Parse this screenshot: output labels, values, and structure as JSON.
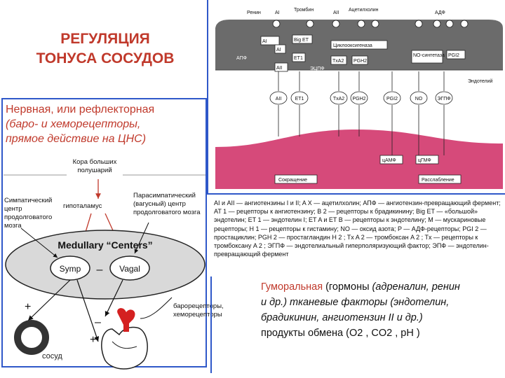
{
  "title": {
    "line1": "РЕГУЛЯЦИЯ",
    "line2": "ТОНУСА СОСУДОВ"
  },
  "neural": {
    "line1": "Нервная, или рефлекторная",
    "line2": "(баро- и хеморецепторы,",
    "line3": "прямое действие на ЦНС)"
  },
  "diagram": {
    "cortex": "Кора больших полушарий",
    "sympathetic": "Симпатический центр продолговатого мозга",
    "hypothalamus": "гипоталамус",
    "parasympathetic": "Парасимпатический (вагусный) центр продолговатого мозга",
    "medullary": "Medullary “Centers”",
    "symp": "Symp",
    "vagal": "Vagal",
    "minus_sign": "–",
    "plus_sign": "+",
    "baroreceptors": "барорецепторы, хеморецепторы",
    "vessel": "сосуд"
  },
  "cell": {
    "renin": "Ренин",
    "ai": "AI",
    "thrombin": "Тромбин",
    "aii": "AII",
    "ach": "Ацетилхолин",
    "adp": "АДФ",
    "big_et": "Big ET",
    "et1": "ET1",
    "ai_box": "AI",
    "aii_box": "AII",
    "apf": "АПФ",
    "ecpf": "ЭЦПФ",
    "cyclo": "Циклооксигеназа",
    "txa2": "TxA2",
    "pgh2": "PGH2",
    "no_syn": "NO-синтетаза",
    "pgi2": "PGI2",
    "endothelium": "Эндотелий",
    "receptors": [
      "AII",
      "ET1",
      "TxA2",
      "PGH2",
      "PGI2",
      "NO",
      "ЭГПФ"
    ],
    "camp": "цАМФ",
    "cgmp": "цГМФ",
    "contraction": "Сокращение",
    "relaxation": "Расслабление"
  },
  "legend": "AI и AII — ангиотензины I и II; A X — ацетилхолин; АПФ — ангиотензин-превращающий фермент; AT 1 — рецепторы к ангиотензину; B 2 — рецепторы к брадикинину; Big ET — «большой» эндотелин; ET 1 — эндотелин I; ET A и ET B — рецепторы к эндотелину; M — мускариновые рецепторы; H 1 — рецепторы к гистамину; NO — оксид азота; P — АДФ-рецепторы; PGI 2 — простациклин; PGH 2 — простагландин H 2 ; Tx A 2 — тромбоксан A 2 ; Tx — рецепторы к тромбоксану A 2 ; ЭГПФ — эндотелиальный гиперполяризующий фактор; ЭПФ — эндотелин-превращающий фермент",
  "humoral": {
    "title": "Гуморальная",
    "t1": " (гормоны ",
    "t2": "(адреналин, ренин",
    "t3": "и др.) тканевые факторы (эндотелин,",
    "t4": "брадикинин,    ангиотензин II  и  др.)",
    "t5": "продукты обмена (O2 , CO2 , pH )"
  },
  "colors": {
    "accent_red": "#c0392b",
    "frame_blue": "#2f58c9",
    "endothelium_gray": "#6b6b6b",
    "muscle_pink": "#d64a7a"
  }
}
